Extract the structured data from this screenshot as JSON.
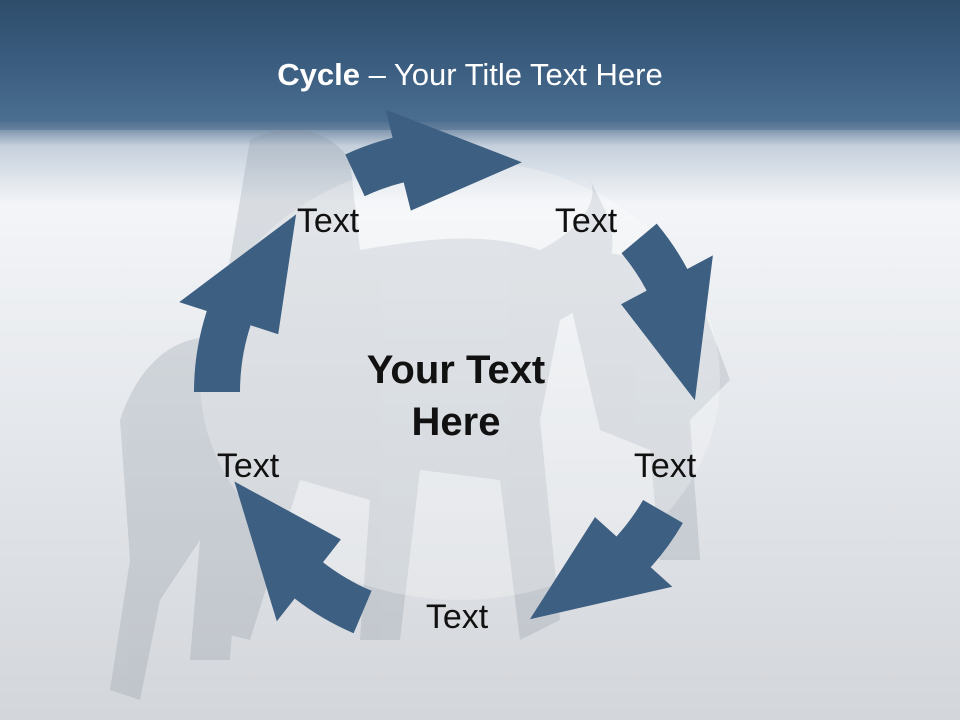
{
  "slide": {
    "title_strong": "Cycle",
    "title_rest": " – Your Title Text Here",
    "center_text": "Your Text Here"
  },
  "cycle": {
    "labels": [
      "Text",
      "Text",
      "Text",
      "Text",
      "Text"
    ],
    "arrow_color": "#3d5f82"
  },
  "colors": {
    "header": "#3c5f82",
    "arrow": "#3d5f82",
    "text": "#111111"
  }
}
